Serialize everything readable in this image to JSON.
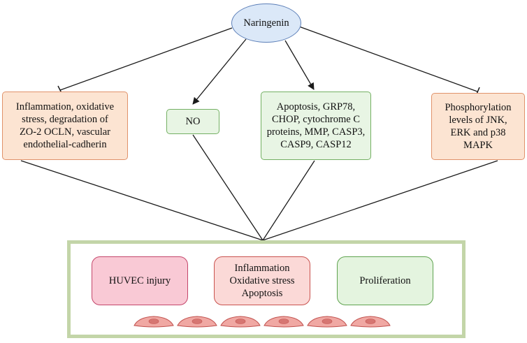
{
  "diagram": {
    "root": {
      "label": "Naringenin"
    },
    "targets": [
      {
        "id": "inflammation",
        "lines": [
          "Inflammation, oxidative",
          "stress, degradation of",
          "ZO-2 OCLN, vascular",
          "endothelial-cadherin"
        ],
        "edge": "inhibit",
        "color": "orange"
      },
      {
        "id": "no",
        "lines": [
          "NO"
        ],
        "edge": "activate",
        "color": "green"
      },
      {
        "id": "apoptosis",
        "lines": [
          "Apoptosis, GRP78,",
          "CHOP, cytochrome C",
          "proteins, MMP, CASP3,",
          "CASP9, CASP12"
        ],
        "edge": "activate",
        "color": "green"
      },
      {
        "id": "phosphorylation",
        "lines": [
          "Phosphorylation",
          "levels of JNK,",
          "ERK and p38",
          "MAPK"
        ],
        "edge": "inhibit",
        "color": "orange"
      }
    ],
    "outcomes": [
      {
        "id": "huvec",
        "lines": [
          "HUVEC injury"
        ]
      },
      {
        "id": "inflammation-out",
        "lines": [
          "Inflammation",
          "Oxidative stress",
          "Apoptosis"
        ]
      },
      {
        "id": "proliferation",
        "lines": [
          "Proliferation"
        ]
      }
    ],
    "cells_count": 6,
    "colors": {
      "edge": "#1a1a1a",
      "orange_fill": "#fce4d2",
      "orange_border": "#e0926a",
      "green_fill": "#e8f5e4",
      "green_border": "#74b063",
      "root_fill": "#dbe8f8",
      "root_border": "#5c7fb8",
      "outer_border": "#c3d5a8",
      "cell_fill": "#f0a8a3",
      "cell_border": "#c0504d",
      "nucleus": "#d67672"
    }
  }
}
